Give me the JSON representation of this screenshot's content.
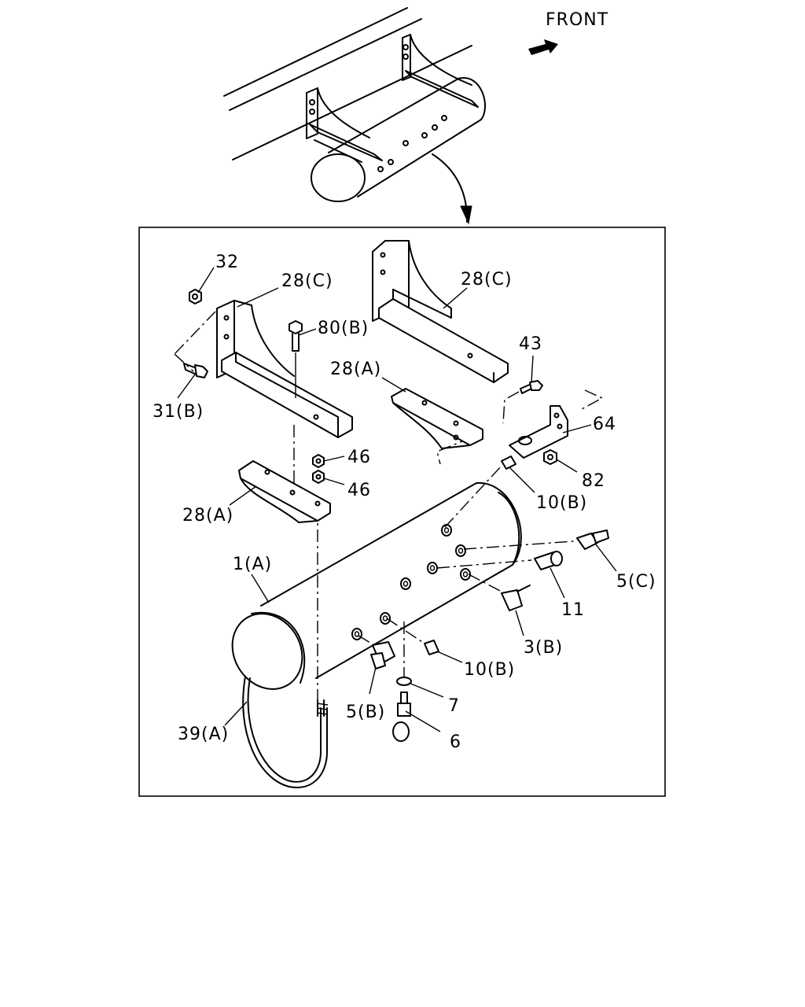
{
  "orientation": {
    "front_label": "FRONT"
  },
  "callouts": {
    "c32": "32",
    "c28c_left": "28(C)",
    "c28c_right": "28(C)",
    "c80b": "80(B)",
    "c31b": "31(B)",
    "c43": "43",
    "c28a_top": "28(A)",
    "c64": "64",
    "c46_a": "46",
    "c46_b": "46",
    "c82": "82",
    "c28a_left": "28(A)",
    "c10b_upper": "10(B)",
    "c1a": "1(A)",
    "c5c": "5(C)",
    "c11": "11",
    "c3b": "3(B)",
    "c10b_lower": "10(B)",
    "c7": "7",
    "c5b": "5(B)",
    "c6": "6",
    "c39a": "39(A)"
  }
}
